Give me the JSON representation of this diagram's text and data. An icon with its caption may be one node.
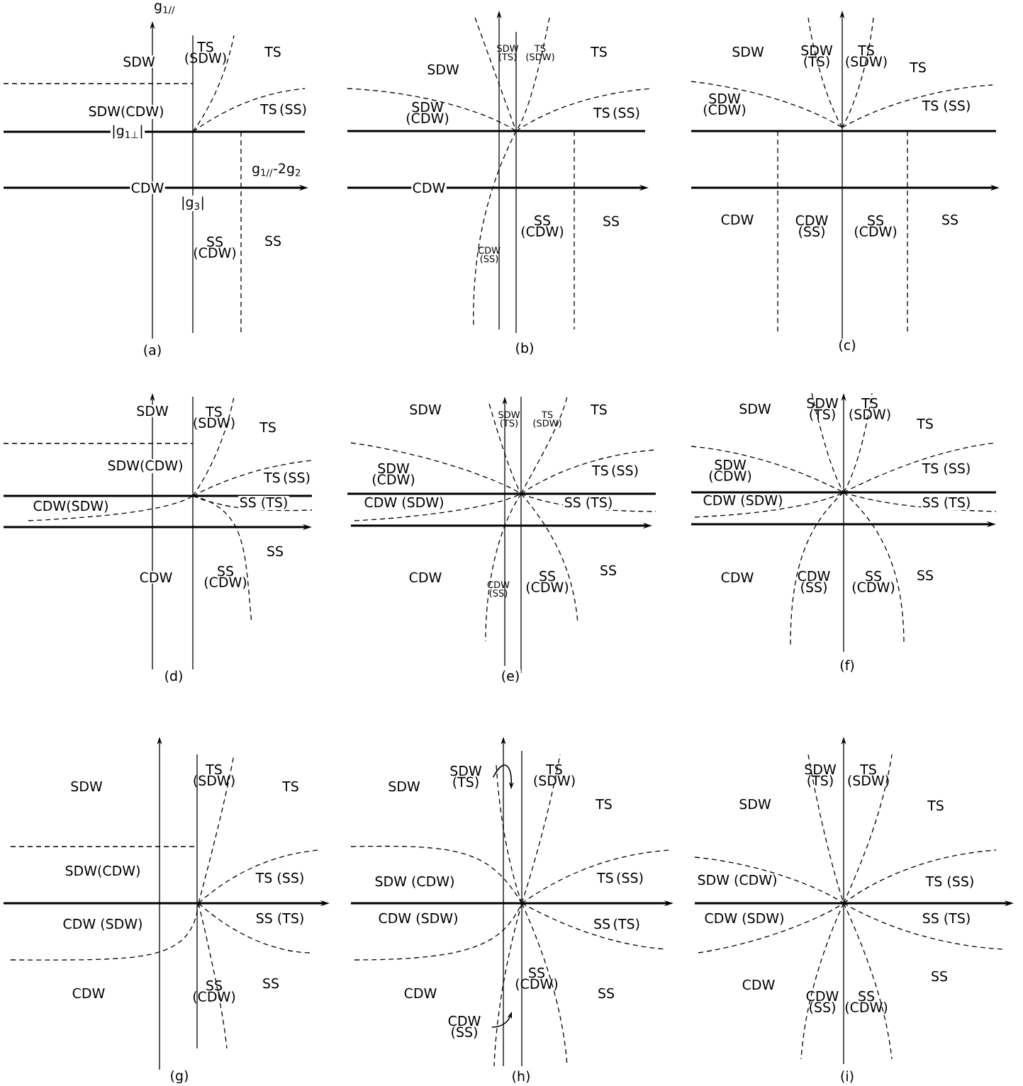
{
  "diagram": {
    "nodes": [
      {
        "text": [
          "SDW (TS)"
        ]
      },
      {
        "text": [
          "CDW (SS)"
        ]
      }
    ],
    "edges": [
      {
        "from": 0,
        "to": null,
        "arrow": "to"
      },
      {
        "from": 1,
        "to": null,
        "arrow": "to"
      }
    ],
    "labels": [
      "g$_{1//}$",
      "SDW",
      "TS (SDW)",
      "TS",
      "SDW(CDW)",
      "TS (SS)",
      "|g$_{1⊥}$|",
      "g$_{1//}$-2g$_{2}$",
      "CDW",
      "|g$_{3}$|",
      "SS (CDW)",
      "SS",
      "(a)",
      "SDW",
      "SDW (TS)",
      "TS (SDW)",
      "TS",
      "SDW (CDW)",
      "TS (SS)",
      "CDW",
      "SS (CDW)",
      "SS",
      "CDW (SS)",
      "(b)",
      "SDW",
      "SDW (TS)",
      "TS (SDW)",
      "TS",
      "SDW (CDW)",
      "TS (SS)",
      "CDW",
      "CDW (SS)",
      "SS (CDW)",
      "SS",
      "(c)",
      "SDW",
      "TS (SDW)",
      "TS",
      "SDW(CDW)",
      "TS (SS)",
      "CDW(SDW)",
      "SS (TS)",
      "SS",
      "CDW",
      "SS (CDW)",
      "(d)",
      "SDW",
      "SDW (TS)",
      "TS (SDW)",
      "TS",
      "SDW (CDW)",
      "TS (SS)",
      "CDW (SDW)",
      "SS (TS)",
      "CDW",
      "SS",
      "CDW (SS)",
      "SS (CDW)",
      "(e)",
      "SDW",
      "SDW (TS)",
      "TS (SDW)",
      "TS",
      "SDW (CDW)",
      "TS (SS)",
      "CDW (SDW)",
      "SS (TS)",
      "CDW",
      "CDW (SS)",
      "SS (CDW)",
      "SS",
      "(f)",
      "TS (SDW)",
      "SDW",
      "TS",
      "SDW(CDW)",
      "TS (SS)",
      "CDW (SDW)",
      "SS (TS)",
      "CDW",
      "SS (CDW)",
      "SS",
      "(g)",
      "TS (SDW)",
      "SDW",
      "TS",
      "SDW (CDW)",
      "TS (SS)",
      "CDW (SDW)",
      "SS (TS)",
      "SS (CDW)",
      "CDW",
      "SS",
      "(h)",
      "SDW (TS)",
      "TS (SDW)",
      "SDW",
      "TS",
      "SDW (CDW)",
      "TS (SS)",
      "CDW (SDW)",
      "SS (TS)",
      "CDW",
      "SS",
      "CDW (SS)",
      "SS (CDW)",
      "(i)"
    ]
  }
}
